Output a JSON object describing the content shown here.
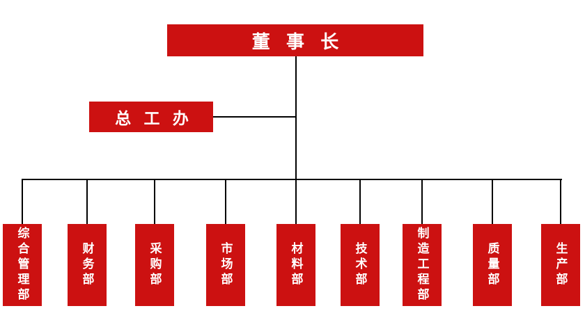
{
  "colors": {
    "background": "#ffffff",
    "box_bg": "#cc1111",
    "box_text": "#ffffff",
    "line": "#000000"
  },
  "chart": {
    "type": "org-chart",
    "root": {
      "label": "董 事 长"
    },
    "staff": {
      "label": "总 工 办"
    },
    "departments": [
      {
        "label": "综合管理部"
      },
      {
        "label": "财务部"
      },
      {
        "label": "采购部"
      },
      {
        "label": "市场部"
      },
      {
        "label": "材料部"
      },
      {
        "label": "技术部"
      },
      {
        "label": "制造工程部"
      },
      {
        "label": "质量部"
      },
      {
        "label": "生产部"
      }
    ]
  }
}
